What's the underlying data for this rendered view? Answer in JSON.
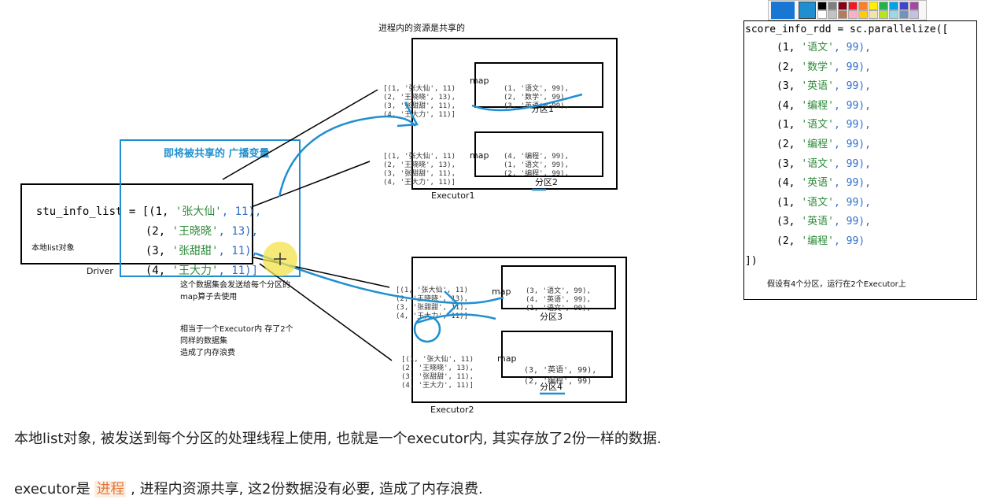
{
  "top_title": "进程内的资源是共享的",
  "broadcast_label": "即将被共享的 广播变量",
  "driver": {
    "label": "Driver",
    "local_label": "本地list对象",
    "code_prefix": "stu_info_list = [",
    "rows": [
      {
        "id": "(1, ",
        "name": "'张大仙'",
        "num": ", 11),"
      },
      {
        "id": "(2, ",
        "name": "'王晓晓'",
        "num": ", 13),"
      },
      {
        "id": "(3, ",
        "name": "'张甜甜'",
        "num": ", 11),"
      },
      {
        "id": "(4, ",
        "name": "'王大力'",
        "num": ", 11)]"
      }
    ]
  },
  "list_copy": {
    "lines": [
      "[(1, '张大仙', 11)",
      "(2, '王晓晓', 13),",
      "(3, '张甜甜', 11),",
      "(4, '王大力', 11)]"
    ]
  },
  "executors": [
    {
      "label": "Executor1",
      "partitions": [
        {
          "label": "分区1",
          "map": "map",
          "lines": [
            "(1, '语文', 99),",
            "(2, '数学', 99),",
            "(3, '英语', 99),"
          ]
        },
        {
          "label": "分区2",
          "map": "map",
          "lines": [
            "(4, '编程', 99),",
            "(1, '语文', 99),",
            "(2, '编程', 99),"
          ]
        }
      ]
    },
    {
      "label": "Executor2",
      "partitions": [
        {
          "label": "分区3",
          "map": "map",
          "lines": [
            "(3, '语文', 99),",
            "(4, '英语', 99),",
            "(1, '语文', 99),"
          ]
        },
        {
          "label": "分区4",
          "map": "map",
          "lines": [
            "(3, '英语', 99),",
            "(2, '编程', 99)"
          ]
        }
      ]
    }
  ],
  "notes": {
    "send_note": [
      "这个数据集会发送给每个分区的",
      "map算子去使用"
    ],
    "waste_note": [
      "相当于一个Executor内 存了2个",
      "同样的数据集",
      "造成了内存浪费"
    ]
  },
  "rdd_panel": {
    "header": "score_info_rdd = sc.parallelize([",
    "rows": [
      {
        "id": "(1, ",
        "subj": "'语文'",
        "val": ", 99),"
      },
      {
        "id": "(2, ",
        "subj": "'数学'",
        "val": ", 99),"
      },
      {
        "id": "(3, ",
        "subj": "'英语'",
        "val": ", 99),"
      },
      {
        "id": "(4, ",
        "subj": "'编程'",
        "val": ", 99),"
      },
      {
        "id": "(1, ",
        "subj": "'语文'",
        "val": ", 99),"
      },
      {
        "id": "(2, ",
        "subj": "'编程'",
        "val": ", 99),"
      },
      {
        "id": "(3, ",
        "subj": "'语文'",
        "val": ", 99),"
      },
      {
        "id": "(4, ",
        "subj": "'英语'",
        "val": ", 99),"
      },
      {
        "id": "(1, ",
        "subj": "'语文'",
        "val": ", 99),"
      },
      {
        "id": "(3, ",
        "subj": "'英语'",
        "val": ", 99),"
      },
      {
        "id": "(2, ",
        "subj": "'编程'",
        "val": ", 99)"
      }
    ],
    "footer": "])",
    "caption": "假设有4个分区，运行在2个Executor上"
  },
  "paragraph1": "本地list对象, 被发送到每个分区的处理线程上使用, 也就是一个executor内, 其实存放了2份一样的数据.",
  "paragraph2": {
    "before": "executor是 ",
    "highlight": "进程",
    "after": " , 进程内资源共享, 这2份数据没有必要, 造成了内存浪费."
  },
  "colors": {
    "accent_blue": "#1f8fd0",
    "highlight_orange": "#e8763a",
    "cursor_yellow": "#f4e24a"
  }
}
